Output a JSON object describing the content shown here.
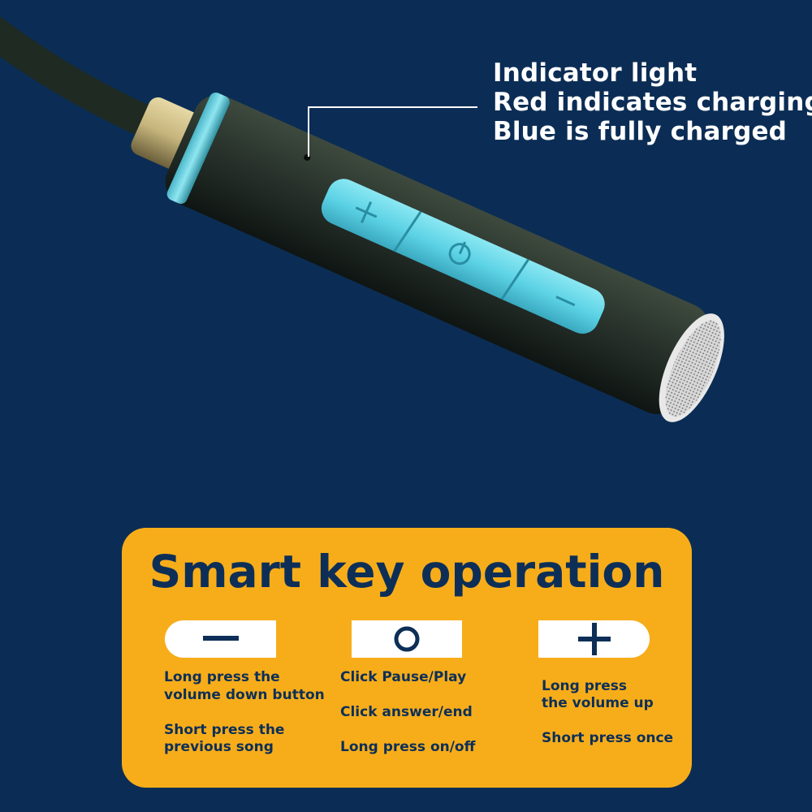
{
  "callout": {
    "line1": "Indicator light",
    "line2": "Red indicates charging",
    "line3": "Blue is fully charged"
  },
  "card": {
    "title": "Smart key operation",
    "keys": [
      {
        "icon": "minus-icon",
        "descriptions": [
          "Long press the",
          "volume down button",
          "Short press the",
          "previous song"
        ]
      },
      {
        "icon": "circle-icon",
        "descriptions": [
          "Click Pause/Play",
          "Click answer/end",
          "Long press on/off"
        ]
      },
      {
        "icon": "plus-icon",
        "descriptions": [
          "Long press",
          "the volume up",
          "Short press once"
        ]
      }
    ]
  },
  "colors": {
    "background": "#0b2d55",
    "card": "#f7ad1a",
    "text_dark": "#0d2f57",
    "button_cyan": "#5fd8ea"
  }
}
